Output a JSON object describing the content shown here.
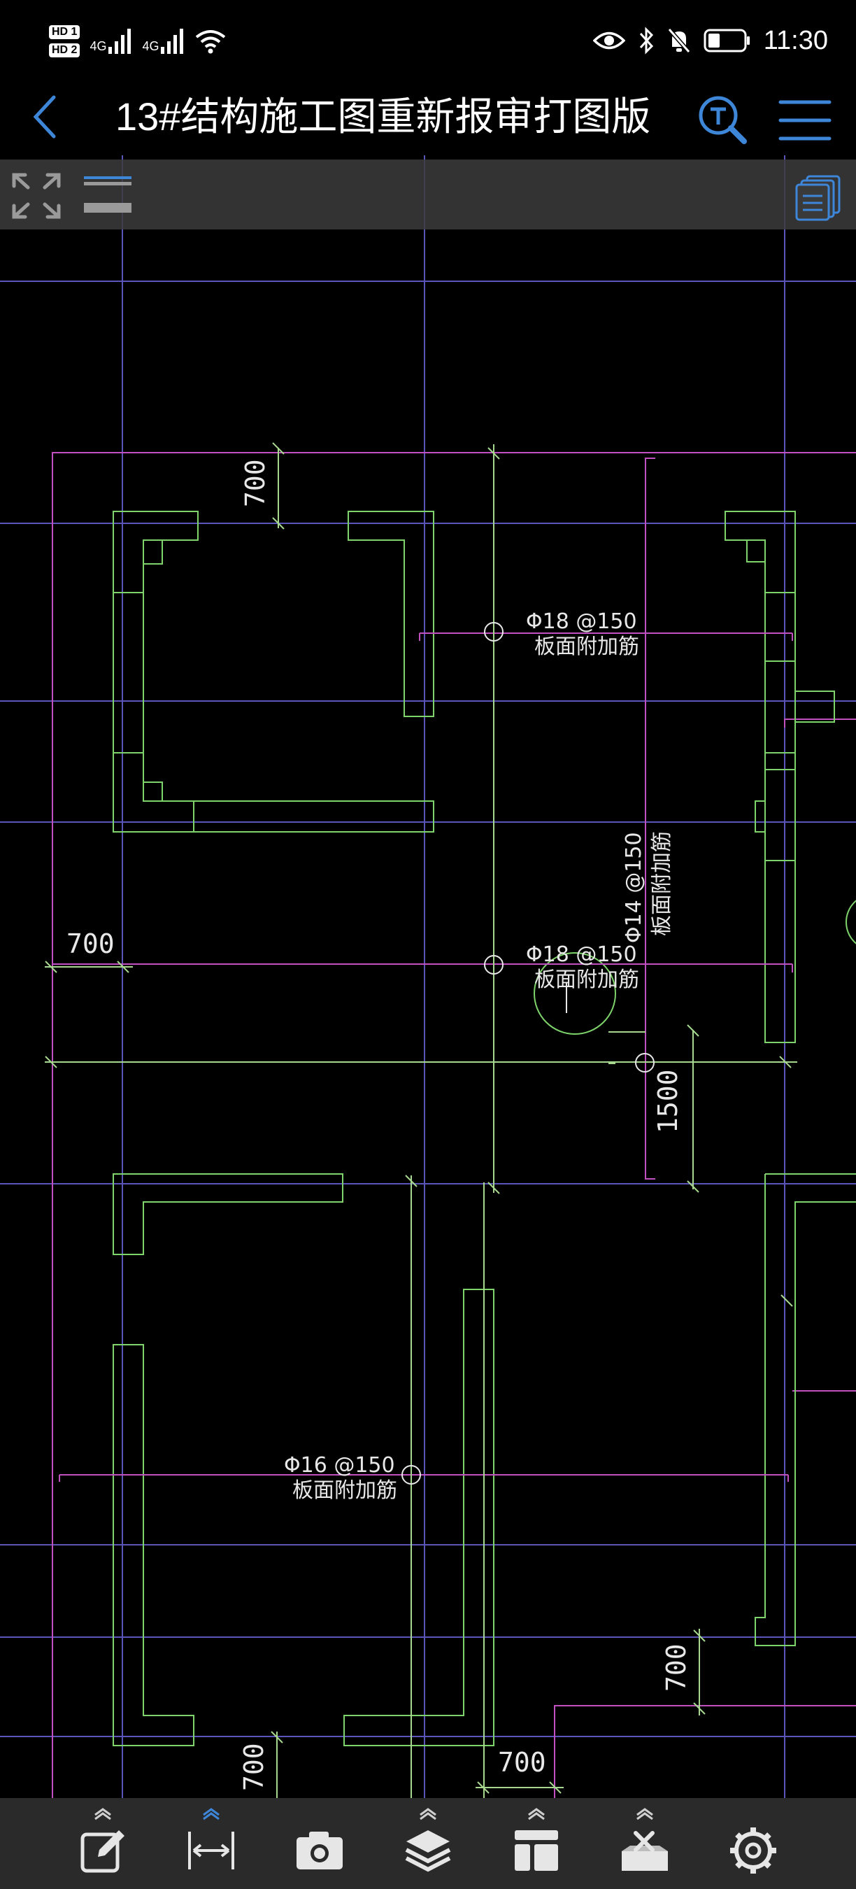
{
  "status_bar": {
    "hd1": "HD 1",
    "hd2": "HD 2",
    "signal1": "4G",
    "signal2": "4G",
    "time": "11:30"
  },
  "header": {
    "title": "13#结构施工图重新报审打图版"
  },
  "drawing": {
    "dim_700_a": "700",
    "dim_700_b": "700",
    "dim_700_c": "700",
    "dim_700_d": "700",
    "dim_700_e": "700",
    "dim_1500": "1500",
    "rebar_1_spec": "Φ18 @150",
    "rebar_1_note": "板面附加筋",
    "rebar_2_spec": "Φ18 @150",
    "rebar_2_note": "板面附加筋",
    "rebar_3_spec": "Φ14 @150",
    "rebar_3_note": "板面附加筋",
    "rebar_4_spec": "Φ16 @150",
    "rebar_4_note": "板面附加筋"
  },
  "colors": {
    "grid": "#5a55b8",
    "wall": "#7ed36a",
    "rebar": "#c050c0",
    "dim": "#a8d890",
    "accent": "#3d86d8",
    "text": "#e8e8e8"
  },
  "toolbar": {
    "icons": [
      "fullscreen-icon",
      "line-width-icon",
      "layout-list-icon"
    ]
  },
  "bottom_bar": {
    "icons": [
      "annotate-icon",
      "measure-icon",
      "camera-icon",
      "layers-icon",
      "layout-icon",
      "toolbox-icon",
      "settings-icon"
    ]
  }
}
